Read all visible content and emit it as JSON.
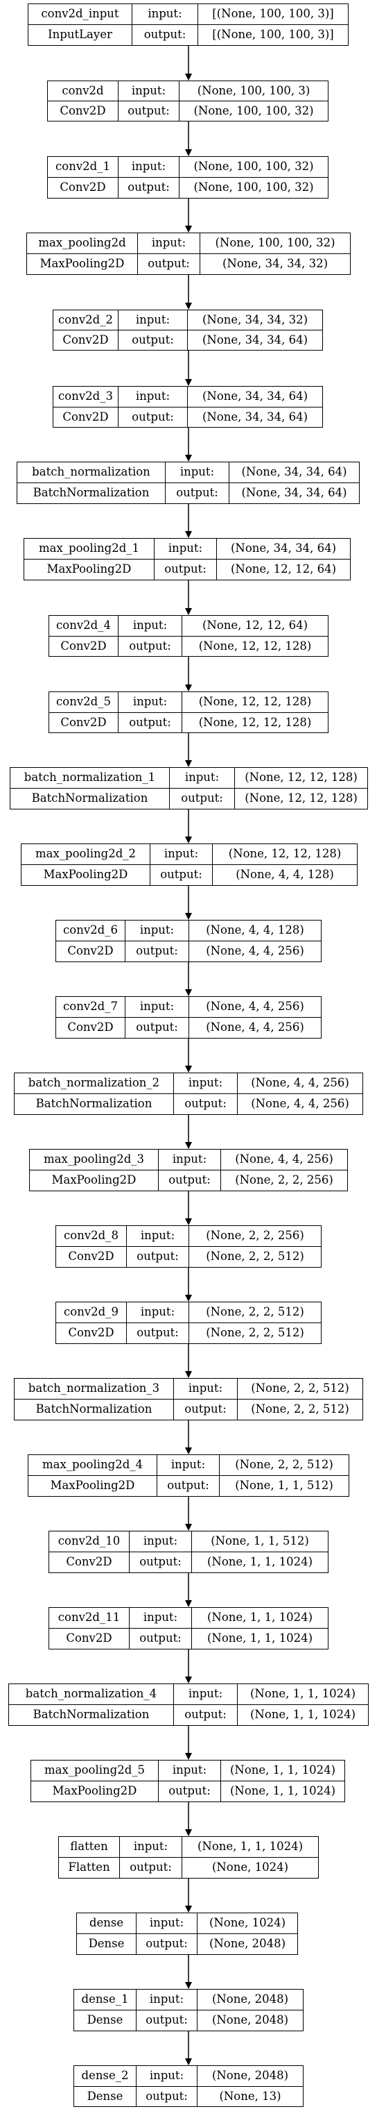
{
  "layers": [
    {
      "name": "conv2d_input",
      "type": "InputLayer",
      "input_label": "input:",
      "input": "[(None, 100, 100, 3)]",
      "output_label": "output:",
      "output": "[(None, 100, 100, 3)]"
    },
    {
      "name": "conv2d",
      "type": "Conv2D",
      "input_label": "input:",
      "input": "(None, 100, 100, 3)",
      "output_label": "output:",
      "output": "(None, 100, 100, 32)"
    },
    {
      "name": "conv2d_1",
      "type": "Conv2D",
      "input_label": "input:",
      "input": "(None, 100, 100, 32)",
      "output_label": "output:",
      "output": "(None, 100, 100, 32)"
    },
    {
      "name": "max_pooling2d",
      "type": "MaxPooling2D",
      "input_label": "input:",
      "input": "(None, 100, 100, 32)",
      "output_label": "output:",
      "output": "(None, 34, 34, 32)"
    },
    {
      "name": "conv2d_2",
      "type": "Conv2D",
      "input_label": "input:",
      "input": "(None, 34, 34, 32)",
      "output_label": "output:",
      "output": "(None, 34, 34, 64)"
    },
    {
      "name": "conv2d_3",
      "type": "Conv2D",
      "input_label": "input:",
      "input": "(None, 34, 34, 64)",
      "output_label": "output:",
      "output": "(None, 34, 34, 64)"
    },
    {
      "name": "batch_normalization",
      "type": "BatchNormalization",
      "input_label": "input:",
      "input": "(None, 34, 34, 64)",
      "output_label": "output:",
      "output": "(None, 34, 34, 64)"
    },
    {
      "name": "max_pooling2d_1",
      "type": "MaxPooling2D",
      "input_label": "input:",
      "input": "(None, 34, 34, 64)",
      "output_label": "output:",
      "output": "(None, 12, 12, 64)"
    },
    {
      "name": "conv2d_4",
      "type": "Conv2D",
      "input_label": "input:",
      "input": "(None, 12, 12, 64)",
      "output_label": "output:",
      "output": "(None, 12, 12, 128)"
    },
    {
      "name": "conv2d_5",
      "type": "Conv2D",
      "input_label": "input:",
      "input": "(None, 12, 12, 128)",
      "output_label": "output:",
      "output": "(None, 12, 12, 128)"
    },
    {
      "name": "batch_normalization_1",
      "type": "BatchNormalization",
      "input_label": "input:",
      "input": "(None, 12, 12, 128)",
      "output_label": "output:",
      "output": "(None, 12, 12, 128)"
    },
    {
      "name": "max_pooling2d_2",
      "type": "MaxPooling2D",
      "input_label": "input:",
      "input": "(None, 12, 12, 128)",
      "output_label": "output:",
      "output": "(None, 4, 4, 128)"
    },
    {
      "name": "conv2d_6",
      "type": "Conv2D",
      "input_label": "input:",
      "input": "(None, 4, 4, 128)",
      "output_label": "output:",
      "output": "(None, 4, 4, 256)"
    },
    {
      "name": "conv2d_7",
      "type": "Conv2D",
      "input_label": "input:",
      "input": "(None, 4, 4, 256)",
      "output_label": "output:",
      "output": "(None, 4, 4, 256)"
    },
    {
      "name": "batch_normalization_2",
      "type": "BatchNormalization",
      "input_label": "input:",
      "input": "(None, 4, 4, 256)",
      "output_label": "output:",
      "output": "(None, 4, 4, 256)"
    },
    {
      "name": "max_pooling2d_3",
      "type": "MaxPooling2D",
      "input_label": "input:",
      "input": "(None, 4, 4, 256)",
      "output_label": "output:",
      "output": "(None, 2, 2, 256)"
    },
    {
      "name": "conv2d_8",
      "type": "Conv2D",
      "input_label": "input:",
      "input": "(None, 2, 2, 256)",
      "output_label": "output:",
      "output": "(None, 2, 2, 512)"
    },
    {
      "name": "conv2d_9",
      "type": "Conv2D",
      "input_label": "input:",
      "input": "(None, 2, 2, 512)",
      "output_label": "output:",
      "output": "(None, 2, 2, 512)"
    },
    {
      "name": "batch_normalization_3",
      "type": "BatchNormalization",
      "input_label": "input:",
      "input": "(None, 2, 2, 512)",
      "output_label": "output:",
      "output": "(None, 2, 2, 512)"
    },
    {
      "name": "max_pooling2d_4",
      "type": "MaxPooling2D",
      "input_label": "input:",
      "input": "(None, 2, 2, 512)",
      "output_label": "output:",
      "output": "(None, 1, 1, 512)"
    },
    {
      "name": "conv2d_10",
      "type": "Conv2D",
      "input_label": "input:",
      "input": "(None, 1, 1, 512)",
      "output_label": "output:",
      "output": "(None, 1, 1, 1024)"
    },
    {
      "name": "conv2d_11",
      "type": "Conv2D",
      "input_label": "input:",
      "input": "(None, 1, 1, 1024)",
      "output_label": "output:",
      "output": "(None, 1, 1, 1024)"
    },
    {
      "name": "batch_normalization_4",
      "type": "BatchNormalization",
      "input_label": "input:",
      "input": "(None, 1, 1, 1024)",
      "output_label": "output:",
      "output": "(None, 1, 1, 1024)"
    },
    {
      "name": "max_pooling2d_5",
      "type": "MaxPooling2D",
      "input_label": "input:",
      "input": "(None, 1, 1, 1024)",
      "output_label": "output:",
      "output": "(None, 1, 1, 1024)"
    },
    {
      "name": "flatten",
      "type": "Flatten",
      "input_label": "input:",
      "input": "(None, 1, 1, 1024)",
      "output_label": "output:",
      "output": "(None, 1024)"
    },
    {
      "name": "dense",
      "type": "Dense",
      "input_label": "input:",
      "input": "(None, 1024)",
      "output_label": "output:",
      "output": "(None, 2048)"
    },
    {
      "name": "dense_1",
      "type": "Dense",
      "input_label": "input:",
      "input": "(None, 2048)",
      "output_label": "output:",
      "output": "(None, 2048)"
    },
    {
      "name": "dense_2",
      "type": "Dense",
      "input_label": "input:",
      "input": "(None, 2048)",
      "output_label": "output:",
      "output": "(None, 13)"
    }
  ],
  "colors": {
    "stroke": "#000000",
    "background": "#ffffff"
  }
}
